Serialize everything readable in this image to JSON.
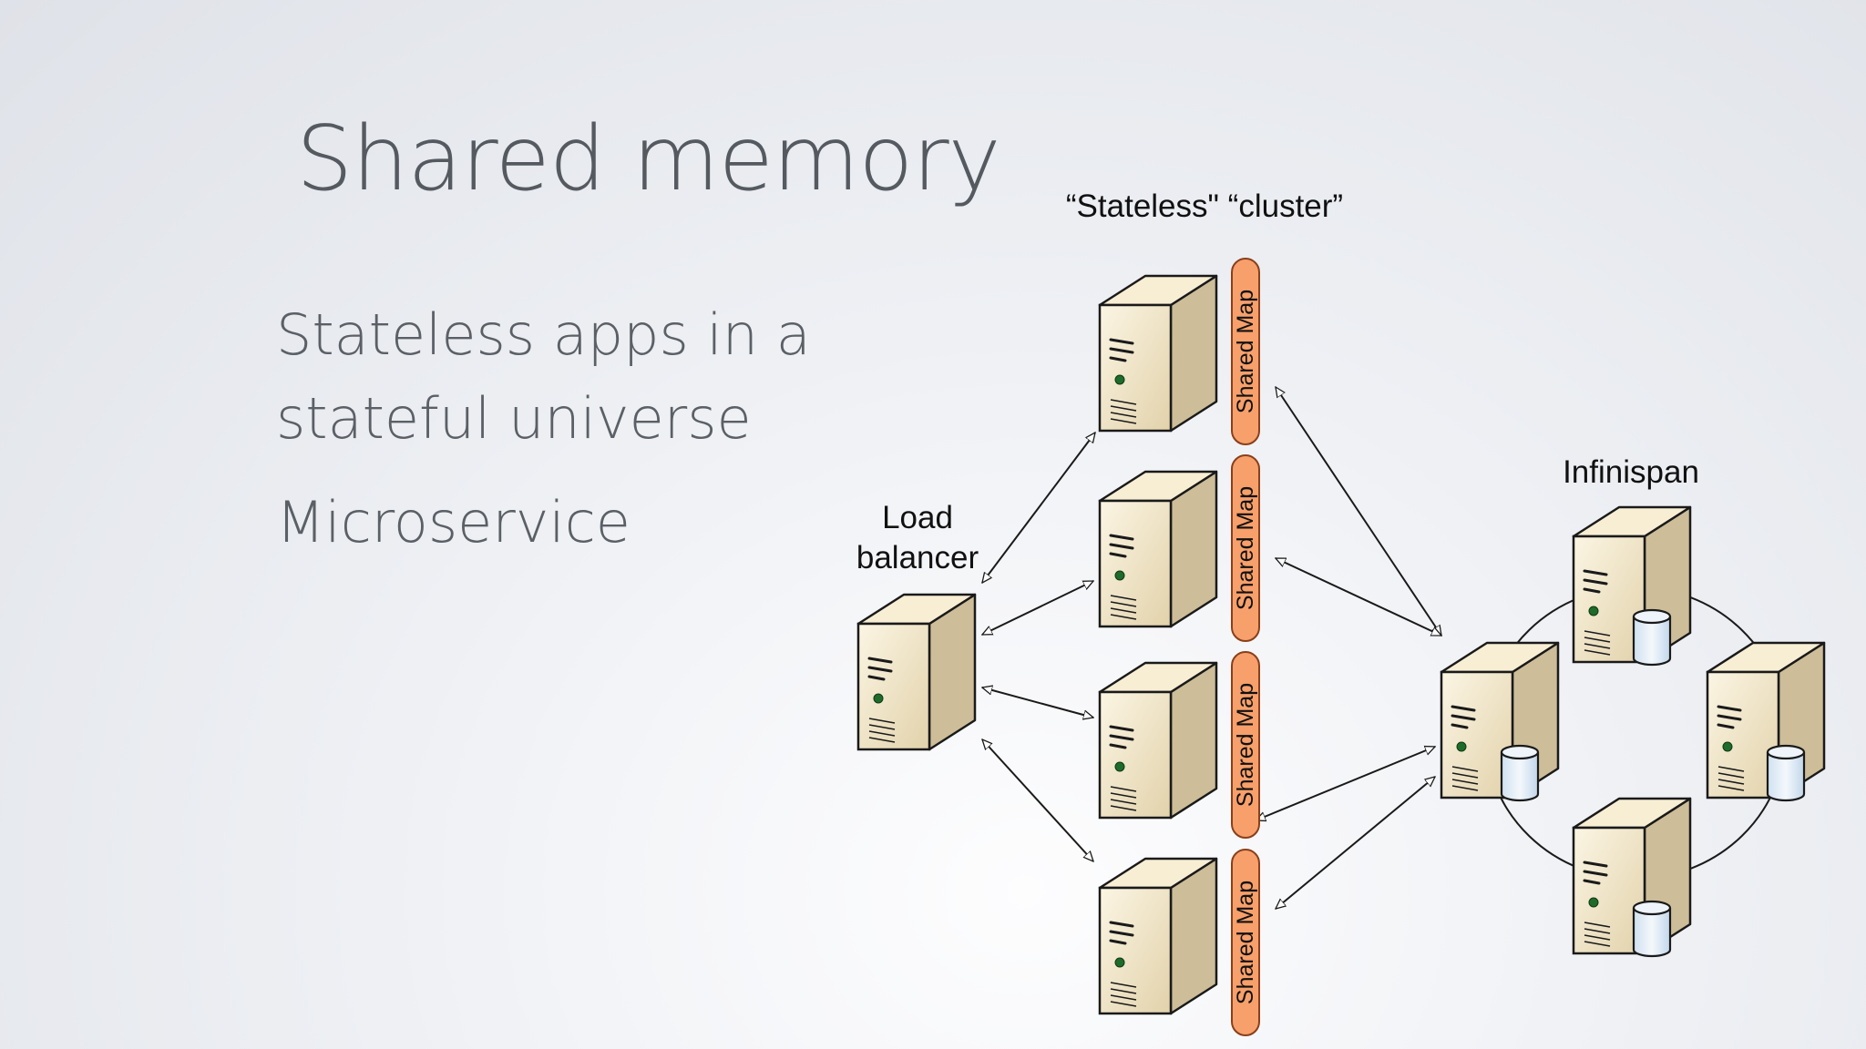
{
  "title": "Shared memory",
  "bullets": [
    {
      "lines": [
        "Stateless apps in a",
        "stateful universe"
      ]
    },
    {
      "lines": [
        "Microservice"
      ]
    }
  ],
  "diagram": {
    "cluster_label": "“Stateless\" “cluster”",
    "load_balancer_label": [
      "Load",
      "balancer"
    ],
    "infinispan_label": "Infinispan",
    "shared_map_label": "Shared Map",
    "colors": {
      "shared_map_fill": "#f7a06b",
      "server_front": "#efe3c3",
      "server_side": "#cdbd98",
      "server_top": "#f8eed4",
      "outline": "#1a1a1a",
      "led": "#1e6b2a",
      "db_fill": "#dfeaf5"
    }
  }
}
